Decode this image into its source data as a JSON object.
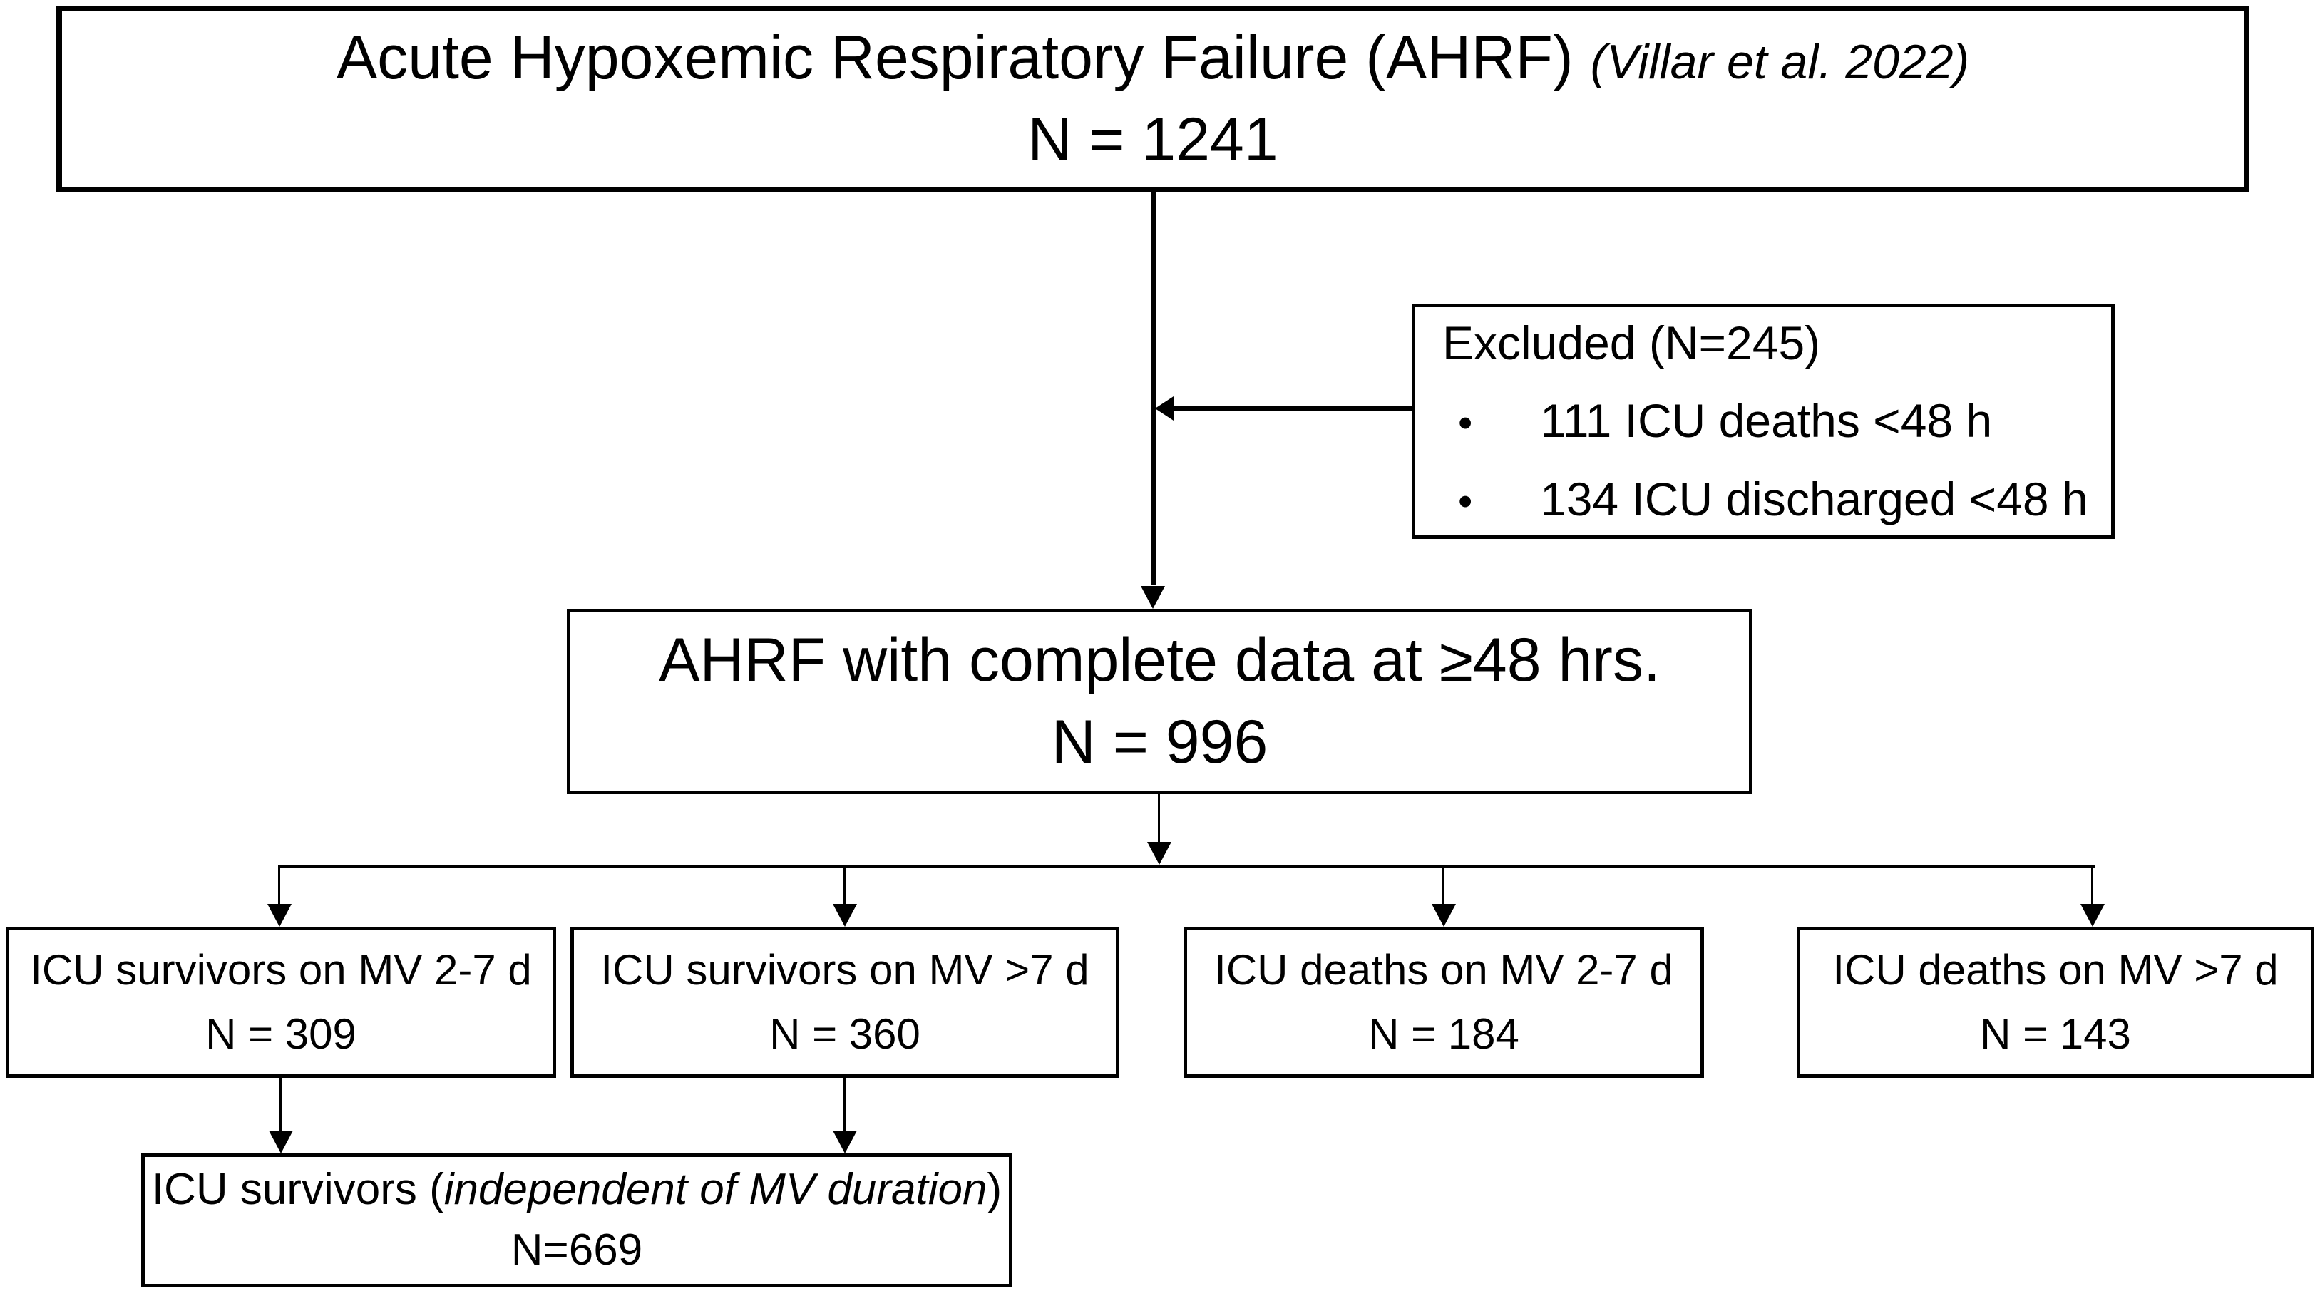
{
  "diagram": {
    "nodes": {
      "top": {
        "title_main": "Acute Hypoxemic Respiratory Failure (AHRF)",
        "title_cite": "(Villar et al. 2022)",
        "n_label": "N = 1241"
      },
      "excluded": {
        "title": "Excluded (N=245)",
        "bullet": "•",
        "items": [
          "111 ICU deaths <48 h",
          "134 ICU discharged <48 h"
        ]
      },
      "complete": {
        "title": "AHRF with complete data at ≥48 hrs.",
        "n_label": "N = 996"
      },
      "survivors_mv27": {
        "title": "ICU survivors on MV 2-7 d",
        "n_label": "N = 309"
      },
      "survivors_mv7": {
        "title": "ICU survivors on MV >7 d",
        "n_label": "N = 360"
      },
      "deaths_mv27": {
        "title": "ICU deaths on MV 2-7 d",
        "n_label": "N = 184"
      },
      "deaths_mv7": {
        "title": "ICU deaths on MV >7 d",
        "n_label": "N = 143"
      },
      "survivors_all": {
        "title_pre": "ICU survivors (",
        "title_italic": "independent of MV duration",
        "title_post": ")",
        "n_label": "N=669"
      }
    }
  }
}
